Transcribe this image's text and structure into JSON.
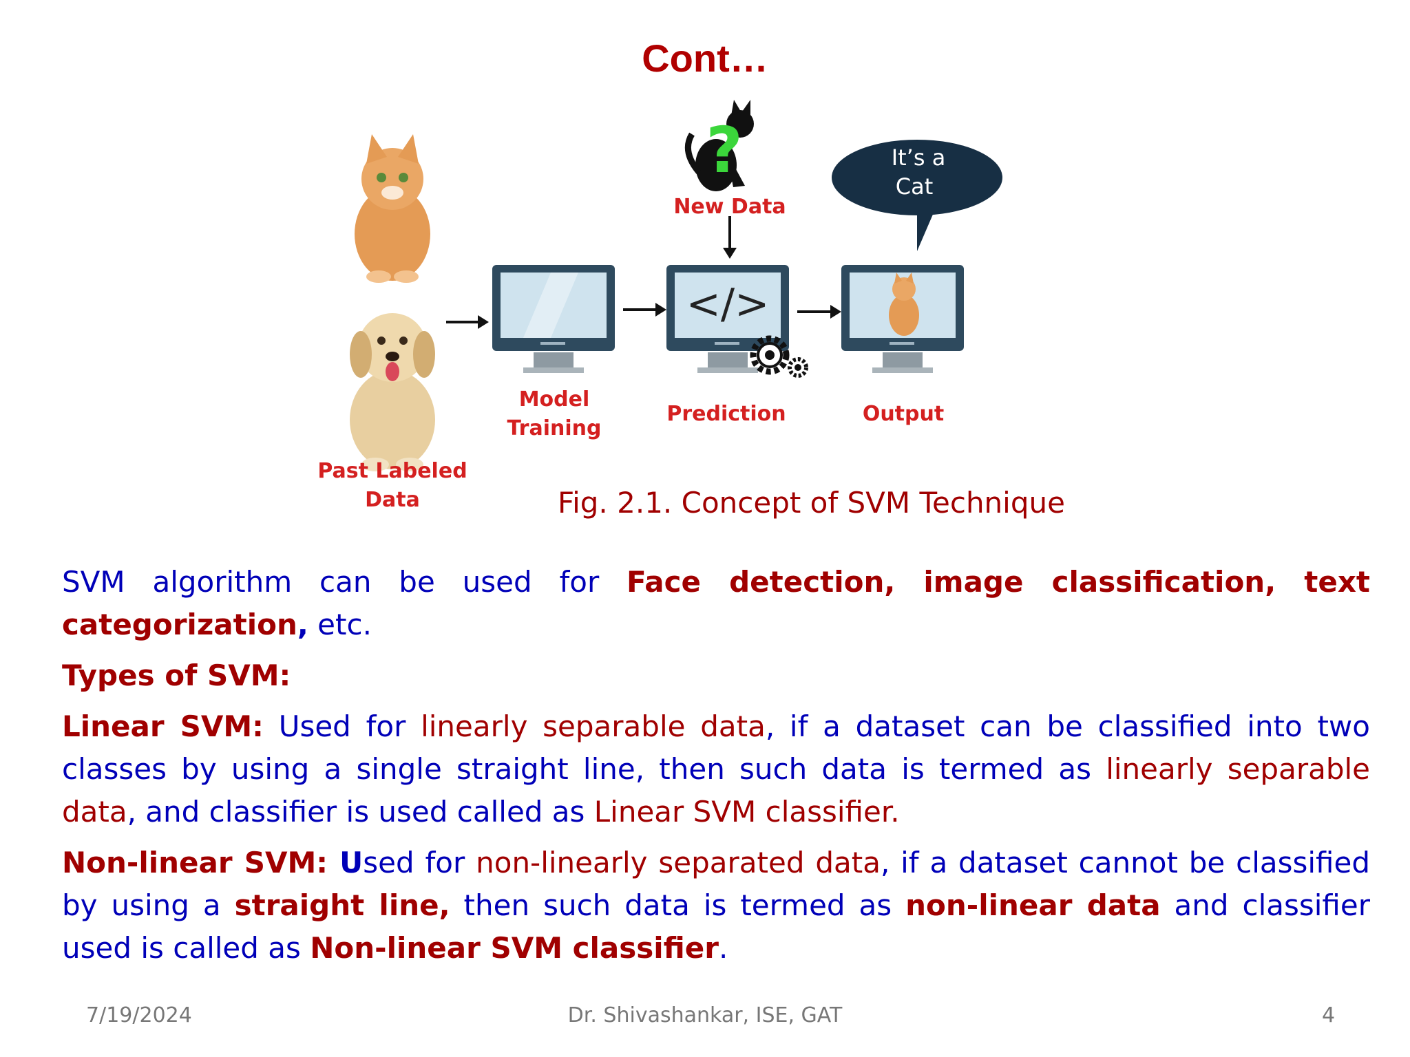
{
  "slide": {
    "title": "Cont…",
    "figure": {
      "new_data_label": "New Data",
      "bubble_text_line1": "It’s a",
      "bubble_text_line2": "Cat",
      "code_symbol": "</>",
      "model_label_line1": "Model",
      "model_label_line2": "Training",
      "prediction_label": "Prediction",
      "output_label": "Output",
      "past_label_line1": "Past Labeled",
      "past_label_line2": "Data",
      "caption": "Fig. 2.1. Concept of SVM Technique"
    },
    "p1": {
      "t1": "SVM algorithm can be used for ",
      "t2": "Face detection, image classification, text categorization",
      "t3": ",",
      "t4": " etc."
    },
    "types_heading": "Types of SVM:",
    "p2": {
      "t1": "Linear SVM:",
      "t2": " Used for ",
      "t3": "linearly separable data",
      "t4": ", if a dataset can be classified into two classes by using a single straight line, then such data is termed as ",
      "t5": "linearly separable data",
      "t6": ", and classifier is used called as ",
      "t7": "Linear SVM classifier",
      "t8": "."
    },
    "p3": {
      "t1": "Non-linear SVM: ",
      "t2": "U",
      "t3": "sed for ",
      "t4": "non-linearly separated data",
      "t5": ", if a dataset cannot be classified by using a ",
      "t6": "straight line,",
      "t7": " then such data is termed as ",
      "t8": "non-linear data",
      "t9": " and classifier used is called as ",
      "t10": "Non-linear SVM classifier",
      "t11": "."
    },
    "footer": {
      "date": "7/19/2024",
      "author": "Dr. Shivashankar, ISE, GAT",
      "page": "4"
    }
  },
  "colors": {
    "title_red": "#b00000",
    "body_blue": "#0000b8",
    "emphasis_red": "#a00000",
    "figure_label_red": "#d42020",
    "monitor_frame": "#2e4a5e",
    "screen": "#cfe3ee"
  }
}
